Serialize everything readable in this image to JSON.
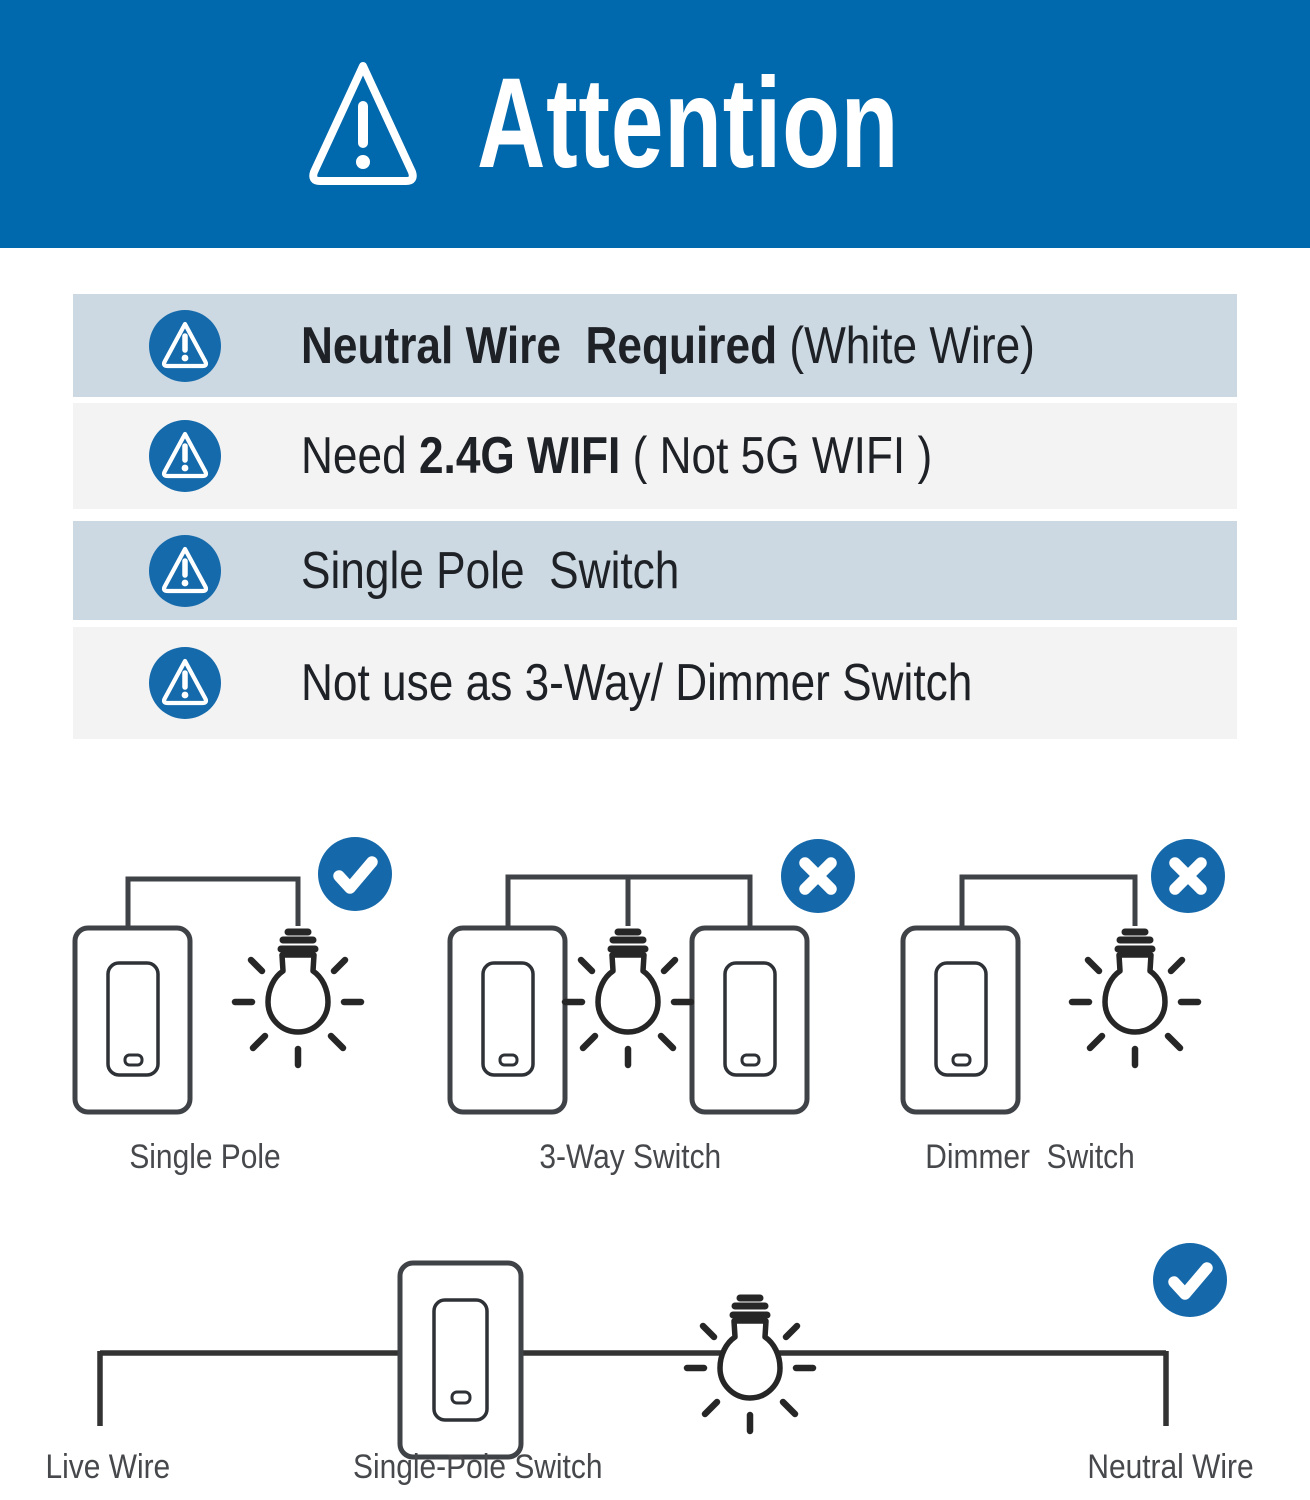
{
  "banner": {
    "title": "Attention"
  },
  "warnings": [
    {
      "pre": "",
      "bold": "Neutral Wire  Required",
      "post": " (White Wire)"
    },
    {
      "pre": "Need ",
      "bold": "2.4G WIFI",
      "post": " ( Not 5G WIFI )"
    },
    {
      "pre": "Single Pole  Switch",
      "bold": "",
      "post": ""
    },
    {
      "pre": "Not use as 3-Way/ Dimmer Switch",
      "bold": "",
      "post": ""
    }
  ],
  "diagrams": [
    {
      "label": "Single Pole",
      "verdict": "allowed"
    },
    {
      "label": "3-Way Switch",
      "verdict": "not-allowed"
    },
    {
      "label": "Dimmer  Switch",
      "verdict": "not-allowed"
    }
  ],
  "wiring": {
    "left_label": "Live Wire",
    "switch_label": "Single-Pole Switch",
    "right_label": "Neutral Wire",
    "verdict": "allowed"
  },
  "icons": {
    "banner": "warning-triangle-icon",
    "rows": "warning-circle-icon",
    "allowed": "check-icon",
    "not_allowed": "x-icon",
    "bulb": "light-bulb-icon",
    "switch": "light-switch-icon"
  },
  "theme": {
    "banner-bg": "#0068ad",
    "row-blue": "#ccd9e3",
    "row-gray": "#f4f3f4",
    "icon-blue": "#146aab",
    "mark-blue": "#1569aa",
    "text-dark": "#1e2126",
    "label-gray": "#46484b"
  }
}
